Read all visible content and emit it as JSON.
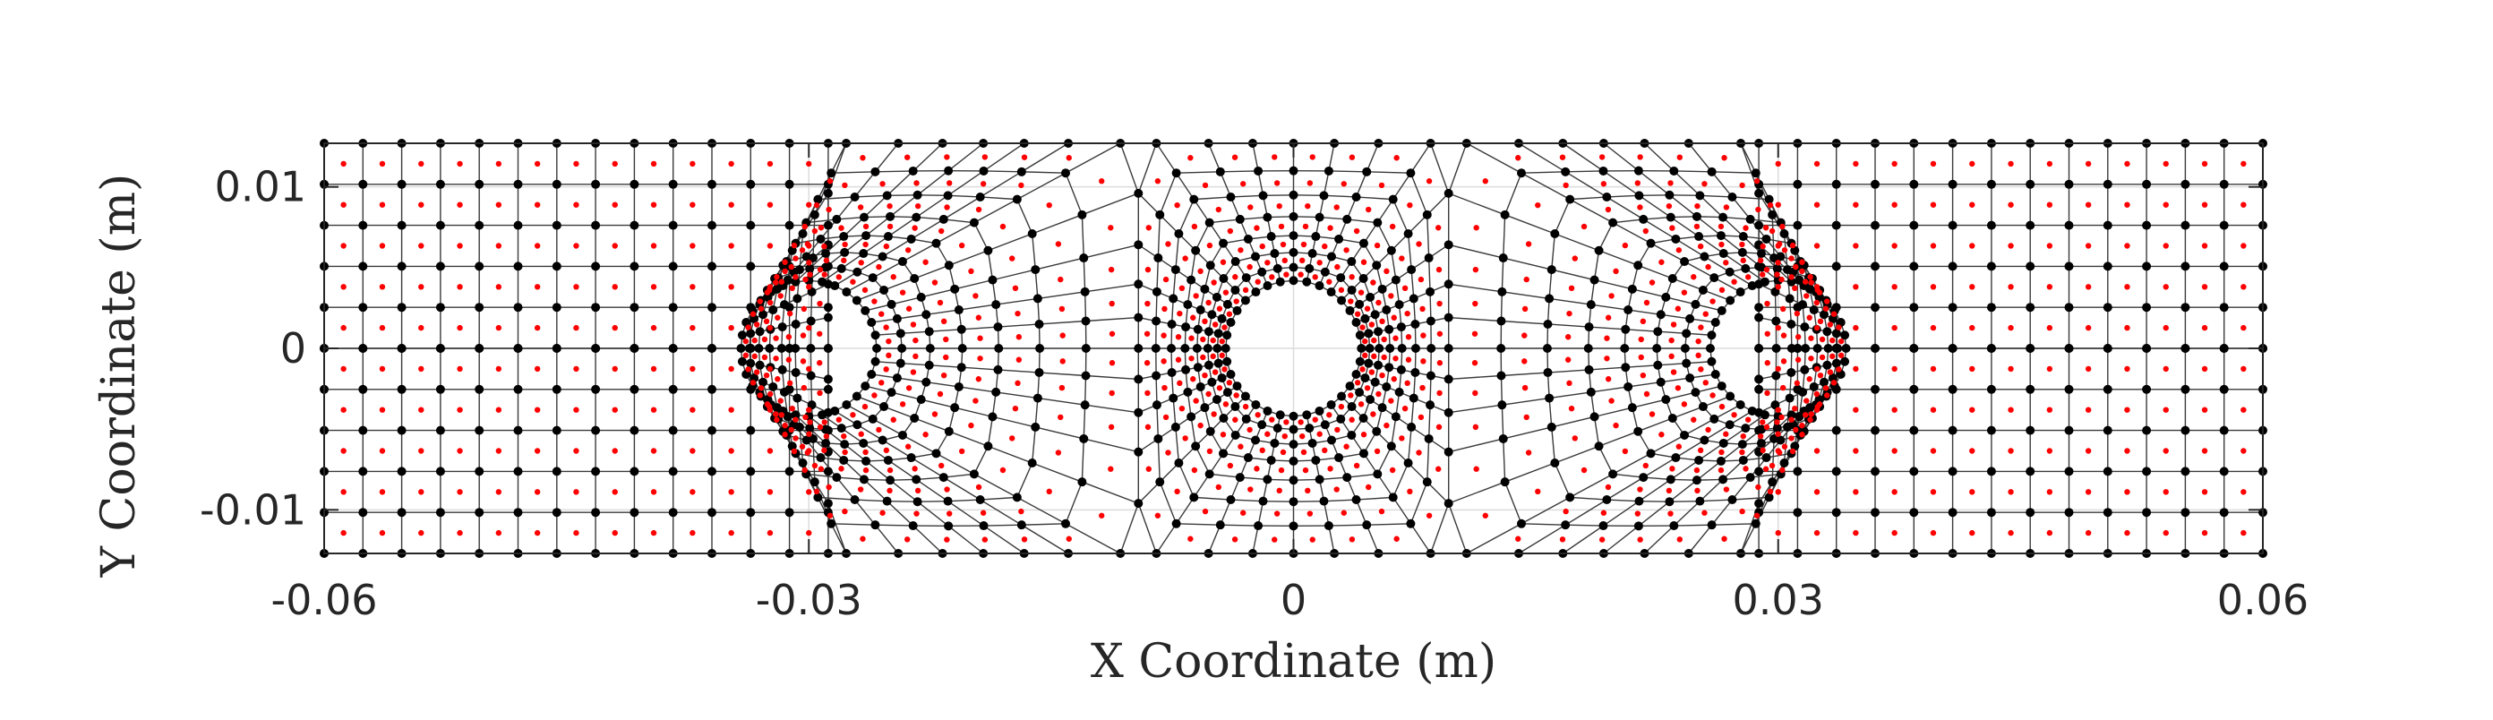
{
  "chart_data": {
    "type": "mesh",
    "xlabel": "X Coordinate (m)",
    "ylabel": "Y Coordinate (m)",
    "xlim": [
      -0.06,
      0.06
    ],
    "ylim": [
      -0.0127,
      0.0127
    ],
    "xticks": [
      -0.06,
      -0.03,
      0,
      0.03,
      0.06
    ],
    "xtick_labels": [
      "-0.06",
      "-0.03",
      "0",
      "0.03",
      "0.06"
    ],
    "yticks": [
      -0.01,
      0,
      0.01
    ],
    "ytick_labels": [
      "-0.01",
      "0",
      "0.01"
    ],
    "grid": true,
    "holes": [
      {
        "cx": -0.03,
        "cy": 0,
        "r": 0.0042
      },
      {
        "cx": 0,
        "cy": 0,
        "r": 0.0042
      },
      {
        "cx": 0.03,
        "cy": 0,
        "r": 0.0042
      }
    ],
    "mesh": {
      "structured_columns_per_side": 13,
      "structured_rows": 10,
      "ring_count": 7,
      "ring_radius_growth": 1.13,
      "spokes_per_ring": 32
    },
    "colors": {
      "edges": "#3a3a3a",
      "nodes": "#000000",
      "centroids": "#ff0000",
      "grid": "#dcdcdc",
      "axis": "#262626"
    }
  }
}
